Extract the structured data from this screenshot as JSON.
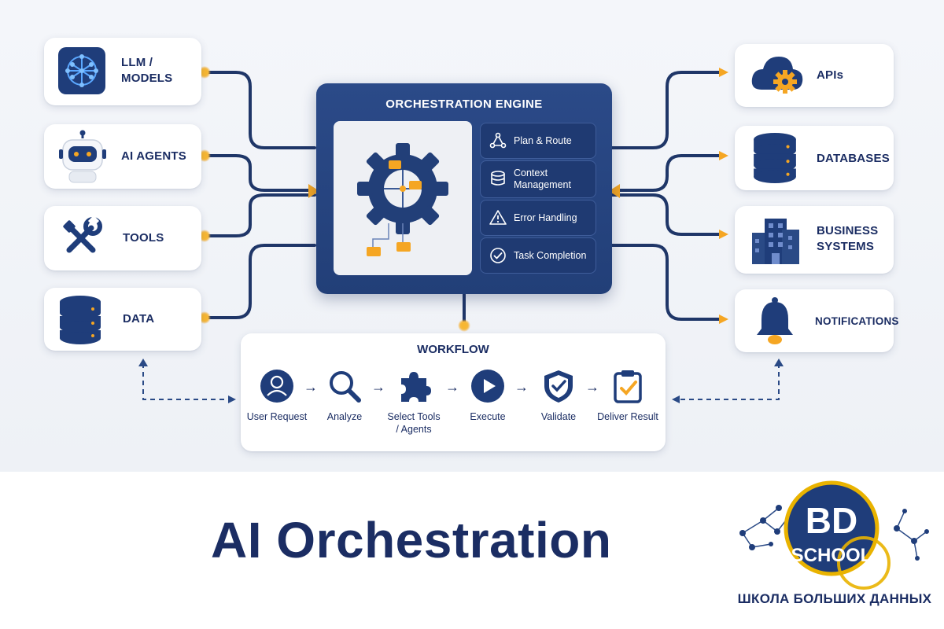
{
  "inputs": [
    {
      "label": "LLM /\nMODELS",
      "icon": "neural-network-icon"
    },
    {
      "label": "AI AGENTS",
      "icon": "robot-icon"
    },
    {
      "label": "TOOLS",
      "icon": "wrench-screwdriver-icon"
    },
    {
      "label": "DATA",
      "icon": "database-icon"
    }
  ],
  "engine": {
    "title": "ORCHESTRATION ENGINE",
    "features": [
      {
        "label": "Plan & Route",
        "icon": "route-nodes-icon"
      },
      {
        "label": "Context\nManagement",
        "icon": "database-icon"
      },
      {
        "label": "Error Handling",
        "icon": "warning-icon"
      },
      {
        "label": "Task Completion",
        "icon": "check-circle-icon"
      }
    ]
  },
  "outputs": [
    {
      "label": "APIs",
      "icon": "cloud-gear-icon"
    },
    {
      "label": "DATABASES",
      "icon": "database-icon"
    },
    {
      "label": "BUSINESS\nSYSTEMS",
      "icon": "building-icon"
    },
    {
      "label": "NOTIFICATIONS",
      "icon": "bell-icon"
    }
  ],
  "workflow": {
    "title": "WORKFLOW",
    "steps": [
      {
        "label": "User Request",
        "icon": "user-icon"
      },
      {
        "label": "Analyze",
        "icon": "magnifier-icon"
      },
      {
        "label": "Select Tools\n/ Agents",
        "icon": "puzzle-icon"
      },
      {
        "label": "Execute",
        "icon": "play-icon"
      },
      {
        "label": "Validate",
        "icon": "shield-check-icon"
      },
      {
        "label": "Deliver Result",
        "icon": "clipboard-check-icon"
      }
    ]
  },
  "title": "AI Orchestration",
  "logo": {
    "text_top": "BD",
    "text_bottom": "SCHOOL",
    "subtitle": "ШКОЛА БОЛЬШИХ ДАННЫХ"
  },
  "colors": {
    "navy": "#1b2d63",
    "engine": "#223f78",
    "accent": "#f5a623",
    "gold": "#e9b300",
    "bg": "#f1f4f8"
  }
}
